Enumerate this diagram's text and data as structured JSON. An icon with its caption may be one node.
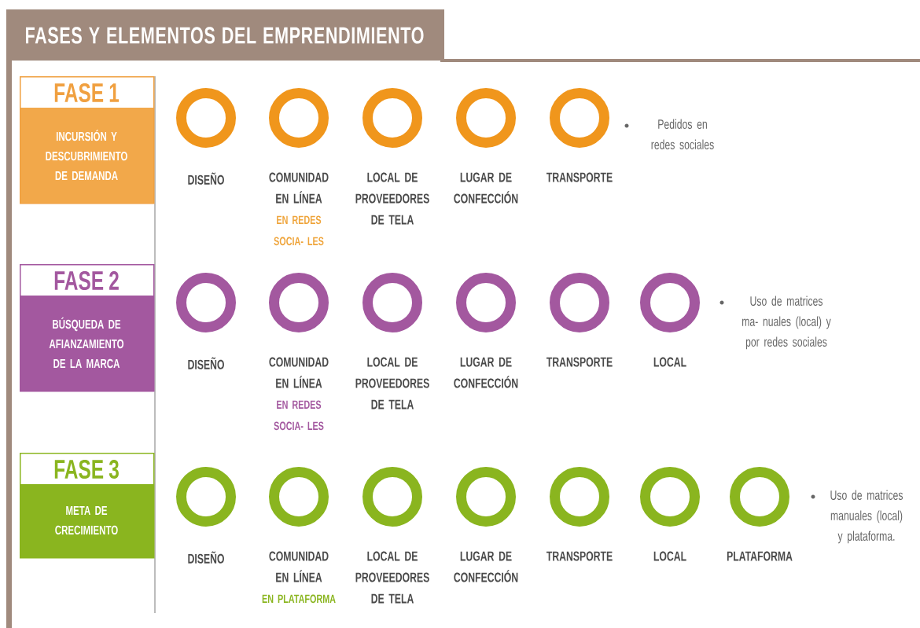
{
  "diagram": {
    "title": "FASES Y ELEMENTOS DEL EMPRENDIMIENTO",
    "nodes": [
      {
        "text": [
          "FASE 1",
          "INCURSIÓN Y DESCUBRIMIENTO DE DEMANDA"
        ]
      },
      {
        "text": [
          "DISEÑO"
        ]
      },
      {
        "text": [
          "COMUNIDAD EN LÍNEA",
          "EN REDES SOCIA- LES"
        ]
      },
      {
        "text": [
          "LOCAL DE PROVEEDORES DE TELA"
        ]
      },
      {
        "text": [
          "LUGAR DE CONFECCIÓN"
        ]
      },
      {
        "text": [
          "TRANSPORTE"
        ]
      },
      {
        "text": [
          "FASE 2",
          "BÚSQUEDA DE AFIANZAMIENTO DE LA MARCA"
        ]
      },
      {
        "text": [
          "DISEÑO"
        ]
      },
      {
        "text": [
          "COMUNIDAD EN LÍNEA",
          "EN REDES SOCIA- LES"
        ]
      },
      {
        "text": [
          "LOCAL DE PROVEEDORES DE TELA"
        ]
      },
      {
        "text": [
          "LUGAR DE CONFECCIÓN"
        ]
      },
      {
        "text": [
          "TRANSPORTE"
        ]
      },
      {
        "text": [
          "LOCAL"
        ]
      },
      {
        "text": [
          "FASE 3",
          "META DE CRECIMIENTO"
        ]
      },
      {
        "text": [
          "DISEÑO"
        ]
      },
      {
        "text": [
          "COMUNIDAD EN LÍNEA",
          "EN PLATAFORMA"
        ]
      },
      {
        "text": [
          "LOCAL DE PROVEEDORES DE TELA"
        ]
      },
      {
        "text": [
          "LUGAR DE CONFECCIÓN"
        ]
      },
      {
        "text": [
          "TRANSPORTE"
        ]
      },
      {
        "text": [
          "LOCAL"
        ]
      },
      {
        "text": [
          "PLATAFORMA"
        ]
      }
    ],
    "labels": [
      "Pedidos en redes sociales",
      "Uso de matrices ma- nuales (local) y por redes sociales",
      "Uso de matrices manuales (local) y plataforma."
    ]
  }
}
